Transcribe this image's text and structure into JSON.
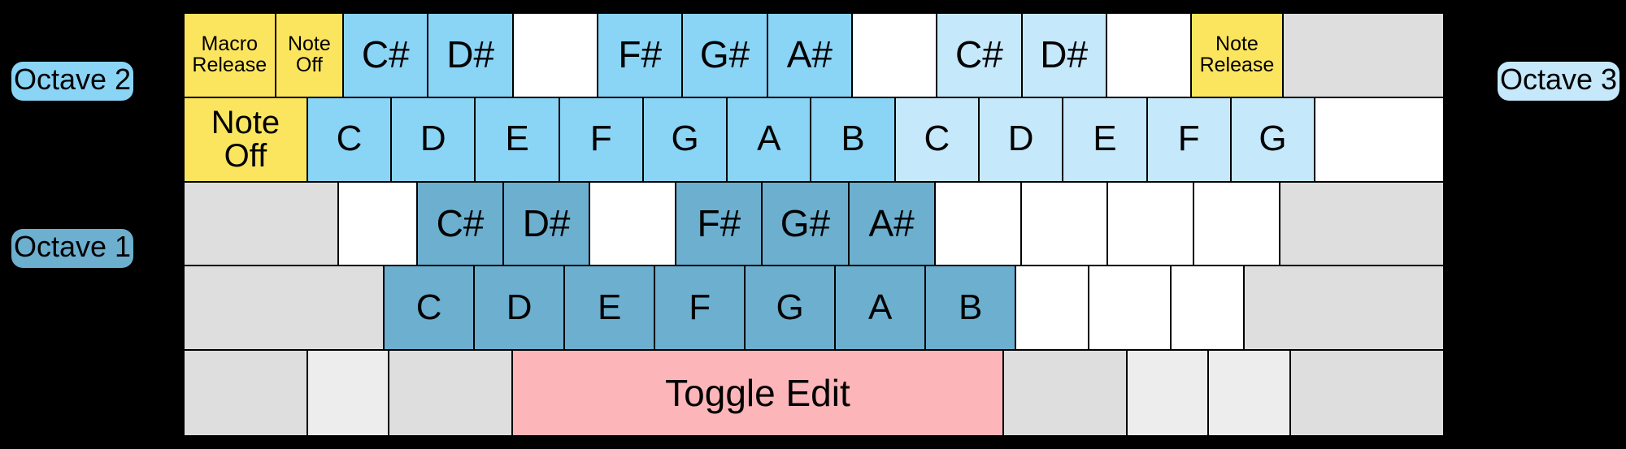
{
  "labels": {
    "octave_1": "Octave 1",
    "octave_2": "Octave 2",
    "octave_3": "Octave 3"
  },
  "colors": {
    "white": "#ffffff",
    "gray": "#dedede",
    "gray_light": "#ededed",
    "yellow": "#fbe55f",
    "blue": "#8ad4f5",
    "blue_light": "#c5e8fa",
    "blue_dark": "#6cafcf",
    "pink": "#fcb6b9",
    "border": "#000000",
    "background": "#000000"
  },
  "keyboard": {
    "rows": [
      {
        "name": "number-row",
        "keys": [
          {
            "label": "Macro\nRelease",
            "fill": "f-yellow",
            "size": "lbl-small",
            "flex": 1.07
          },
          {
            "label": "Note\nOff",
            "fill": "f-yellow",
            "size": "lbl-small",
            "flex": 0.79
          },
          {
            "label": "C#",
            "fill": "f-blue",
            "size": "lbl-big",
            "flex": 0.99
          },
          {
            "label": "D#",
            "fill": "f-blue",
            "size": "lbl-big",
            "flex": 0.99
          },
          {
            "label": "",
            "fill": "f-white",
            "size": "lbl-big",
            "flex": 0.99
          },
          {
            "label": "F#",
            "fill": "f-blue",
            "size": "lbl-big",
            "flex": 0.99
          },
          {
            "label": "G#",
            "fill": "f-blue",
            "size": "lbl-big",
            "flex": 0.99
          },
          {
            "label": "A#",
            "fill": "f-blue",
            "size": "lbl-big",
            "flex": 0.99
          },
          {
            "label": "",
            "fill": "f-white",
            "size": "lbl-big",
            "flex": 0.99
          },
          {
            "label": "C#",
            "fill": "f-bluelite",
            "size": "lbl-big",
            "flex": 0.99
          },
          {
            "label": "D#",
            "fill": "f-bluelite",
            "size": "lbl-big",
            "flex": 0.99
          },
          {
            "label": "",
            "fill": "f-white",
            "size": "lbl-big",
            "flex": 0.99
          },
          {
            "label": "Note\nRelease",
            "fill": "f-yellow",
            "size": "lbl-small",
            "flex": 1.07
          },
          {
            "label": "",
            "fill": "f-gray",
            "size": "lbl-big",
            "flex": 1.9
          }
        ]
      },
      {
        "name": "qwerty-row",
        "keys": [
          {
            "label": "Note\nOff",
            "fill": "f-yellow",
            "size": "lbl-med",
            "flex": 1.48
          },
          {
            "label": "C",
            "fill": "f-blue",
            "size": "lbl-wide",
            "flex": 1.0
          },
          {
            "label": "D",
            "fill": "f-blue",
            "size": "lbl-wide",
            "flex": 1.0
          },
          {
            "label": "E",
            "fill": "f-blue",
            "size": "lbl-wide",
            "flex": 1.0
          },
          {
            "label": "F",
            "fill": "f-blue",
            "size": "lbl-wide",
            "flex": 1.0
          },
          {
            "label": "G",
            "fill": "f-blue",
            "size": "lbl-wide",
            "flex": 1.0
          },
          {
            "label": "A",
            "fill": "f-blue",
            "size": "lbl-wide",
            "flex": 1.0
          },
          {
            "label": "B",
            "fill": "f-blue",
            "size": "lbl-wide",
            "flex": 1.0
          },
          {
            "label": "C",
            "fill": "f-bluelite",
            "size": "lbl-wide",
            "flex": 1.0
          },
          {
            "label": "D",
            "fill": "f-bluelite",
            "size": "lbl-wide",
            "flex": 1.0
          },
          {
            "label": "E",
            "fill": "f-bluelite",
            "size": "lbl-wide",
            "flex": 1.0
          },
          {
            "label": "F",
            "fill": "f-bluelite",
            "size": "lbl-wide",
            "flex": 1.0
          },
          {
            "label": "G",
            "fill": "f-bluelite",
            "size": "lbl-wide",
            "flex": 1.0
          },
          {
            "label": "",
            "fill": "f-white",
            "size": "lbl-wide",
            "flex": 1.55
          }
        ]
      },
      {
        "name": "asdf-row",
        "keys": [
          {
            "label": "",
            "fill": "f-gray",
            "size": "lbl-big",
            "flex": 1.79
          },
          {
            "label": "",
            "fill": "f-white",
            "size": "lbl-big",
            "flex": 0.9
          },
          {
            "label": "C#",
            "fill": "f-bluedark",
            "size": "lbl-big",
            "flex": 0.99
          },
          {
            "label": "D#",
            "fill": "f-bluedark",
            "size": "lbl-big",
            "flex": 0.99
          },
          {
            "label": "",
            "fill": "f-white",
            "size": "lbl-big",
            "flex": 0.99
          },
          {
            "label": "F#",
            "fill": "f-bluedark",
            "size": "lbl-big",
            "flex": 0.99
          },
          {
            "label": "G#",
            "fill": "f-bluedark",
            "size": "lbl-big",
            "flex": 0.99
          },
          {
            "label": "A#",
            "fill": "f-bluedark",
            "size": "lbl-big",
            "flex": 0.99
          },
          {
            "label": "",
            "fill": "f-white",
            "size": "lbl-big",
            "flex": 0.99
          },
          {
            "label": "",
            "fill": "f-white",
            "size": "lbl-big",
            "flex": 0.99
          },
          {
            "label": "",
            "fill": "f-white",
            "size": "lbl-big",
            "flex": 0.99
          },
          {
            "label": "",
            "fill": "f-white",
            "size": "lbl-big",
            "flex": 0.99
          },
          {
            "label": "",
            "fill": "f-gray",
            "size": "lbl-big",
            "flex": 1.9
          }
        ]
      },
      {
        "name": "zxcv-row",
        "keys": [
          {
            "label": "",
            "fill": "f-gray",
            "size": "lbl-big",
            "flex": 2.24
          },
          {
            "label": "C",
            "fill": "f-bluedark",
            "size": "lbl-wide",
            "flex": 1.0
          },
          {
            "label": "D",
            "fill": "f-bluedark",
            "size": "lbl-wide",
            "flex": 1.0
          },
          {
            "label": "E",
            "fill": "f-bluedark",
            "size": "lbl-wide",
            "flex": 1.0
          },
          {
            "label": "F",
            "fill": "f-bluedark",
            "size": "lbl-wide",
            "flex": 1.0
          },
          {
            "label": "G",
            "fill": "f-bluedark",
            "size": "lbl-wide",
            "flex": 1.0
          },
          {
            "label": "A",
            "fill": "f-bluedark",
            "size": "lbl-wide",
            "flex": 1.0
          },
          {
            "label": "B",
            "fill": "f-bluedark",
            "size": "lbl-wide",
            "flex": 1.0
          },
          {
            "label": "",
            "fill": "f-white",
            "size": "lbl-wide",
            "flex": 0.81
          },
          {
            "label": "",
            "fill": "f-white",
            "size": "lbl-wide",
            "flex": 0.9
          },
          {
            "label": "",
            "fill": "f-white",
            "size": "lbl-wide",
            "flex": 0.81
          },
          {
            "label": "",
            "fill": "f-gray",
            "size": "lbl-wide",
            "flex": 2.24
          }
        ]
      },
      {
        "name": "space-row",
        "keys": [
          {
            "label": "",
            "fill": "f-gray",
            "size": "lbl-big",
            "flex": 1.52
          },
          {
            "label": "",
            "fill": "f-gray2",
            "size": "lbl-big",
            "flex": 1.0
          },
          {
            "label": "",
            "fill": "f-gray",
            "size": "lbl-big",
            "flex": 1.52
          },
          {
            "label": "Toggle Edit",
            "fill": "f-pink",
            "size": "lbl-big",
            "flex": 6.1
          },
          {
            "label": "",
            "fill": "f-gray",
            "size": "lbl-big",
            "flex": 1.52
          },
          {
            "label": "",
            "fill": "f-gray2",
            "size": "lbl-big",
            "flex": 1.0
          },
          {
            "label": "",
            "fill": "f-gray2",
            "size": "lbl-big",
            "flex": 1.0
          },
          {
            "label": "",
            "fill": "f-gray",
            "size": "lbl-big",
            "flex": 1.9
          }
        ]
      }
    ]
  }
}
